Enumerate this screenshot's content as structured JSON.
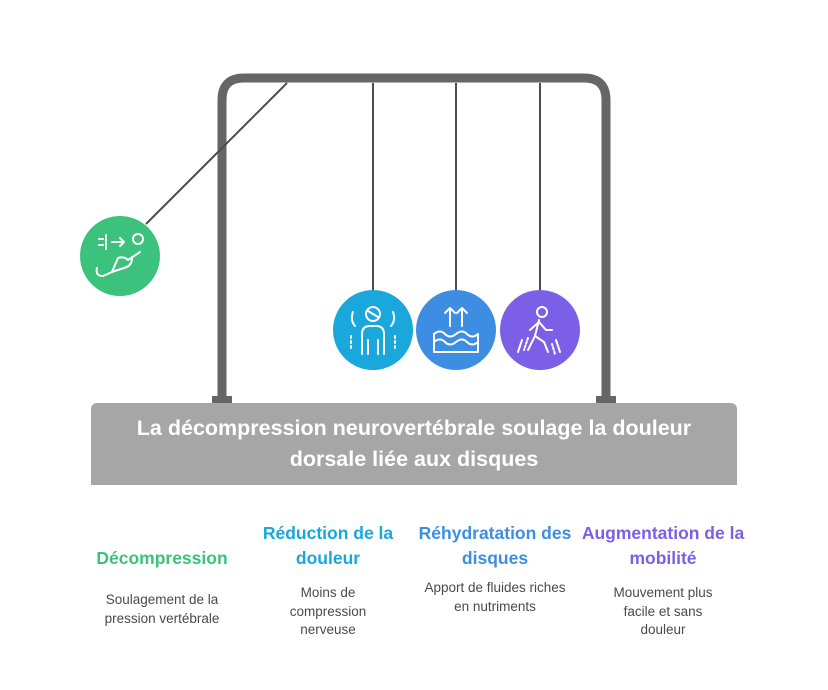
{
  "title": "La décompression neurovertébrale soulage la douleur dorsale liée aux disques",
  "colors": {
    "frame": "#666666",
    "banner": "#a6a6a6",
    "green": "#3cc27c",
    "teal": "#1aa7dc",
    "blue": "#3d8de3",
    "purple": "#7b5fe6",
    "desc": "#4a4a4a"
  },
  "items": [
    {
      "title": "Décompression",
      "description": "Soulagement de la pression vertébrale",
      "color": "#3cc27c",
      "icon": "reclining-person-icon"
    },
    {
      "title": "Réduction de la douleur",
      "description": "Moins de compression nerveuse",
      "color": "#1aa7dc",
      "icon": "relieved-person-icon"
    },
    {
      "title": "Réhydratation des disques",
      "description": "Apport de fluides riches en nutriments",
      "color": "#3d8de3",
      "icon": "water-waves-icon"
    },
    {
      "title": "Augmentation de la mobilité",
      "description": "Mouvement plus facile et sans douleur",
      "color": "#7b5fe6",
      "icon": "walking-person-icon"
    }
  ]
}
